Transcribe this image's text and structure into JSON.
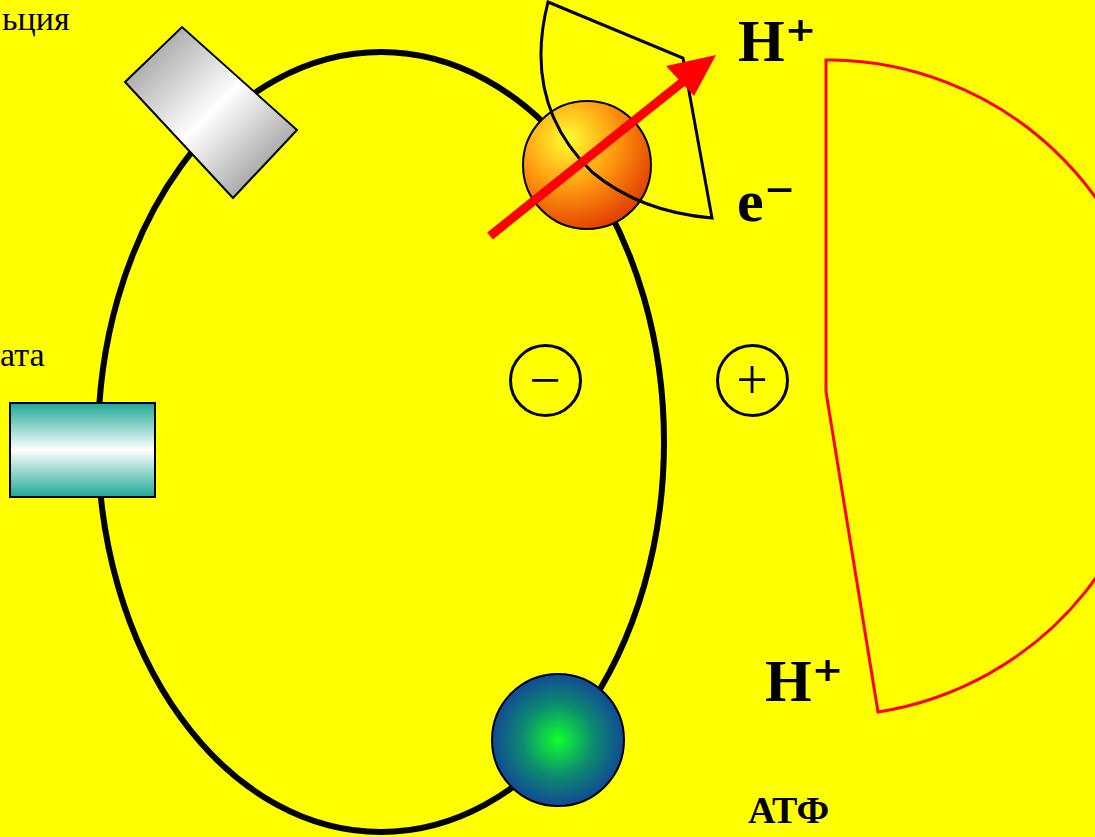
{
  "diagram": {
    "nodes": [
      {
        "text": [
          "−"
        ]
      },
      {
        "text": [
          "+"
        ]
      }
    ],
    "labels": [
      "ьция",
      "ата",
      "H⁺",
      "e⁻",
      "H⁺",
      "АТФ"
    ]
  }
}
